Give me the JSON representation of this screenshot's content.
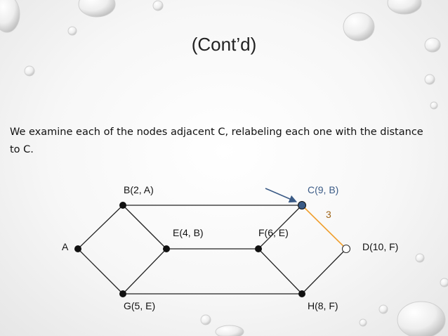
{
  "slide": {
    "title": "(Cont’d)",
    "body": "We examine each of the nodes adjacent C, relabeling each one with the distance to C."
  },
  "graph": {
    "colors": {
      "edge": "#222222",
      "highlight_edge": "#f0a030",
      "current_node": "#3b5b86",
      "arrow": "#3b5b86"
    },
    "nodes": [
      {
        "id": "A",
        "label": "A"
      },
      {
        "id": "B",
        "label": "B(2, A)"
      },
      {
        "id": "C",
        "label": "C(9, B)"
      },
      {
        "id": "D",
        "label": "D(10, F)"
      },
      {
        "id": "E",
        "label": "E(4, B)"
      },
      {
        "id": "F",
        "label": "F(6, E)"
      },
      {
        "id": "G",
        "label": "G(5, E)"
      },
      {
        "id": "H",
        "label": "H(8, F)"
      }
    ],
    "edges": [
      {
        "from": "A",
        "to": "B"
      },
      {
        "from": "A",
        "to": "G"
      },
      {
        "from": "B",
        "to": "C"
      },
      {
        "from": "B",
        "to": "E"
      },
      {
        "from": "G",
        "to": "E"
      },
      {
        "from": "G",
        "to": "H"
      },
      {
        "from": "E",
        "to": "F"
      },
      {
        "from": "F",
        "to": "C"
      },
      {
        "from": "F",
        "to": "H"
      },
      {
        "from": "H",
        "to": "D"
      },
      {
        "from": "C",
        "to": "D",
        "weight": "3",
        "highlighted": true
      }
    ]
  }
}
